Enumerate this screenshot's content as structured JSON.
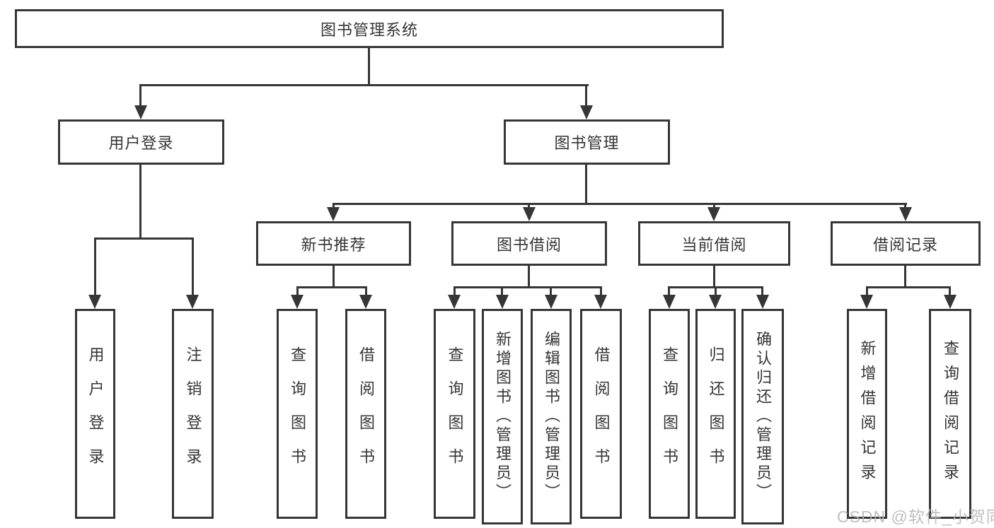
{
  "diagram": {
    "root": {
      "label": "图书管理系统"
    },
    "level2": [
      {
        "label": "用户登录",
        "parent": "图书管理系统"
      },
      {
        "label": "图书管理",
        "parent": "图书管理系统"
      }
    ],
    "level3": [
      {
        "label": "新书推荐",
        "parent": "图书管理"
      },
      {
        "label": "图书借阅",
        "parent": "图书管理"
      },
      {
        "label": "当前借阅",
        "parent": "图书管理"
      },
      {
        "label": "借阅记录",
        "parent": "图书管理"
      }
    ],
    "leaves": [
      {
        "label": "用户登录",
        "parent": "用户登录"
      },
      {
        "label": "注销登录",
        "parent": "用户登录"
      },
      {
        "label": "查询图书",
        "parent": "新书推荐"
      },
      {
        "label": "借阅图书",
        "parent": "新书推荐"
      },
      {
        "label": "查询图书",
        "parent": "图书借阅"
      },
      {
        "label": "新增图书（管理员）",
        "parent": "图书借阅"
      },
      {
        "label": "编辑图书（管理员）",
        "parent": "图书借阅"
      },
      {
        "label": "借阅图书",
        "parent": "图书借阅"
      },
      {
        "label": "查询图书",
        "parent": "当前借阅"
      },
      {
        "label": "归还图书",
        "parent": "当前借阅"
      },
      {
        "label": "确认归还（管理员）",
        "parent": "当前借阅"
      },
      {
        "label": "新增借阅记录",
        "parent": "借阅记录"
      },
      {
        "label": "查询借阅记录",
        "parent": "借阅记录"
      }
    ],
    "colors": {
      "line": "#363636",
      "box_border": "#363636",
      "box_fill": "#ffffff",
      "text": "#353535",
      "watermark": "#b5b5b5"
    }
  },
  "watermark": {
    "text": "CSDN @软件_小贺同学"
  }
}
